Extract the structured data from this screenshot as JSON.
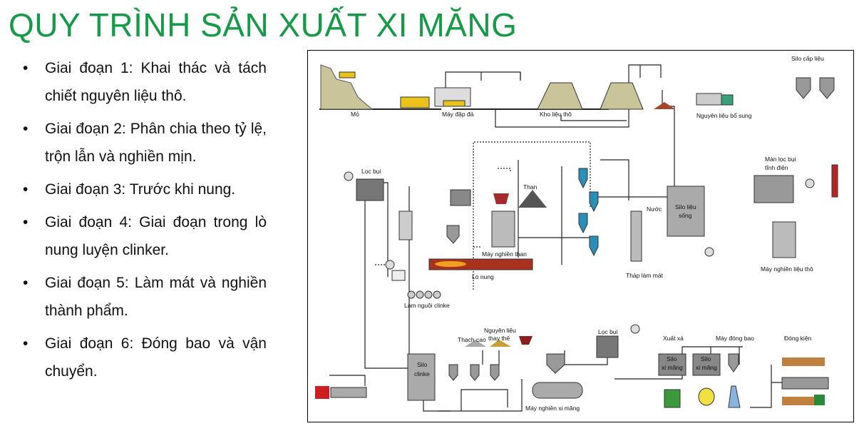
{
  "title": "QUY TRÌNH SẢN XUẤT XI MĂNG",
  "bullets": [
    "Giai đoạn 1: Khai thác và tách chiết nguyên liệu thô.",
    "Giai đoạn 2: Phân chia theo tỷ lệ, trộn lẫn và nghiền mịn.",
    "Giai đoạn 3: Trước khi nung.",
    "Giai đoạn 4: Giai đoạn trong lò nung luyện clinker.",
    "Giai đoạn 5: Làm mát và nghiền thành phẩm.",
    "Giai đoạn 6: Đóng bao và vận chuyển."
  ],
  "diagram": {
    "mo": "Mỏ",
    "may_dap_da": "Máy đập đá",
    "kho_lieu_tho": "Kho liệu thô",
    "nguyen_lieu_bo_sung": "Nguyên liệu bổ sung",
    "silo_cap_lieu": "Silo cấp liệu",
    "loc_bui_1": "Lọc bụi",
    "than": "Than",
    "man_loc_bui_1": "Màn lọc bụi",
    "man_loc_bui_2": "tĩnh điện",
    "nuoc": "Nước",
    "silo_lieu_song_1": "Silo liệu",
    "silo_lieu_song_2": "sống",
    "may_nghien_than": "Máy nghiền than",
    "lo_nung": "Lò nung",
    "thap_lam_mat": "Tháp làm mát",
    "may_nghien_lieu_tho": "Máy nghiền liệu thô",
    "lam_nguoi_clinke": "Làm nguội clinke",
    "loc_bui_2": "Lọc bụi",
    "thach_cao": "Thạch cao",
    "nguyen_lieu_thay_the_1": "Nguyên liệu",
    "nguyen_lieu_thay_the_2": "thay thế",
    "xuat_xa": "Xuất xá",
    "may_dong_bao": "Máy đóng bao",
    "dong_kien": "Đóng kiện",
    "silo_clinke_1": "Silo",
    "silo_clinke_2": "clinke",
    "silo_xi_mang_a_1": "Silo",
    "silo_xi_mang_a_2": "xi măng",
    "silo_xi_mang_b_1": "Silo",
    "silo_xi_mang_b_2": "xi măng",
    "may_nghien_xi_mang": "Máy nghiền xi măng"
  },
  "colors": {
    "title": "#159a48",
    "kiln": "#a8321e",
    "cyclone": "#2a8fb8"
  }
}
